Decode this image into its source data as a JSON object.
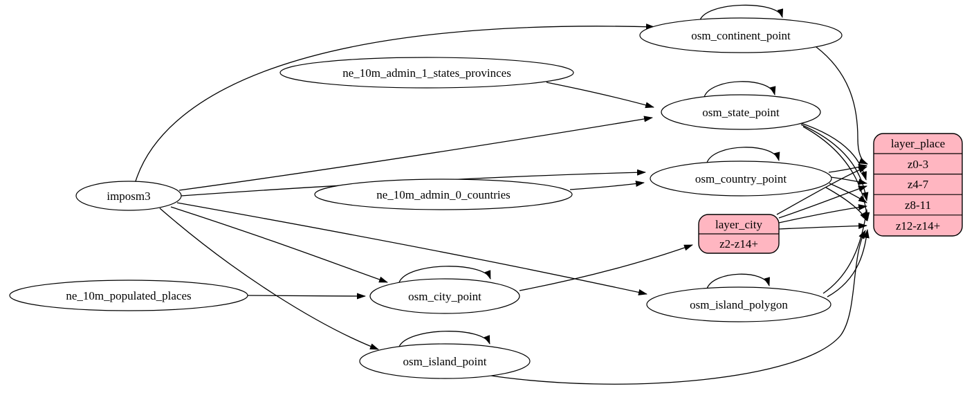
{
  "diagram": {
    "background": "#ffffff",
    "edge_color": "#000000",
    "node_fill": "#ffffff",
    "record_fill": "#ffb6c1",
    "nodes": {
      "imposm3": {
        "label": "imposm3",
        "shape": "ellipse"
      },
      "ne_10m_admin_1_states_provinces": {
        "label": "ne_10m_admin_1_states_provinces",
        "shape": "ellipse"
      },
      "ne_10m_admin_0_countries": {
        "label": "ne_10m_admin_0_countries",
        "shape": "ellipse"
      },
      "ne_10m_populated_places": {
        "label": "ne_10m_populated_places",
        "shape": "ellipse"
      },
      "osm_continent_point": {
        "label": "osm_continent_point",
        "shape": "ellipse"
      },
      "osm_state_point": {
        "label": "osm_state_point",
        "shape": "ellipse"
      },
      "osm_country_point": {
        "label": "osm_country_point",
        "shape": "ellipse"
      },
      "osm_city_point": {
        "label": "osm_city_point",
        "shape": "ellipse"
      },
      "osm_island_polygon": {
        "label": "osm_island_polygon",
        "shape": "ellipse"
      },
      "osm_island_point": {
        "label": "osm_island_point",
        "shape": "ellipse"
      }
    },
    "records": {
      "layer_city": {
        "title": "layer_city",
        "rows": [
          "z2-z14+"
        ],
        "fill": "#ffb6c1"
      },
      "layer_place": {
        "title": "layer_place",
        "rows": [
          "z0-3",
          "z4-7",
          "z8-11",
          "z12-z14+"
        ],
        "fill": "#ffb6c1"
      }
    },
    "edges": [
      {
        "from": "imposm3",
        "to": "osm_continent_point"
      },
      {
        "from": "imposm3",
        "to": "osm_state_point"
      },
      {
        "from": "imposm3",
        "to": "osm_country_point"
      },
      {
        "from": "imposm3",
        "to": "osm_city_point"
      },
      {
        "from": "imposm3",
        "to": "osm_island_polygon"
      },
      {
        "from": "imposm3",
        "to": "osm_island_point"
      },
      {
        "from": "ne_10m_admin_1_states_provinces",
        "to": "osm_state_point"
      },
      {
        "from": "ne_10m_admin_0_countries",
        "to": "osm_country_point"
      },
      {
        "from": "ne_10m_populated_places",
        "to": "osm_city_point"
      },
      {
        "from": "osm_continent_point",
        "to": "osm_continent_point"
      },
      {
        "from": "osm_state_point",
        "to": "osm_state_point"
      },
      {
        "from": "osm_country_point",
        "to": "osm_country_point"
      },
      {
        "from": "osm_city_point",
        "to": "osm_city_point"
      },
      {
        "from": "osm_island_polygon",
        "to": "osm_island_polygon"
      },
      {
        "from": "osm_island_point",
        "to": "osm_island_point"
      },
      {
        "from": "osm_city_point",
        "to": "layer_city",
        "to_port": "z2-z14+"
      },
      {
        "from": "layer_city",
        "to": "layer_place",
        "to_port": "z0-3"
      },
      {
        "from": "layer_city",
        "to": "layer_place",
        "to_port": "z4-7"
      },
      {
        "from": "layer_city",
        "to": "layer_place",
        "to_port": "z8-11"
      },
      {
        "from": "layer_city",
        "to": "layer_place",
        "to_port": "z12-z14+"
      },
      {
        "from": "osm_continent_point",
        "to": "layer_place",
        "to_port": "z0-3"
      },
      {
        "from": "osm_state_point",
        "to": "layer_place",
        "to_port": "z4-7"
      },
      {
        "from": "osm_state_point",
        "to": "layer_place",
        "to_port": "z8-11"
      },
      {
        "from": "osm_state_point",
        "to": "layer_place",
        "to_port": "z12-z14+"
      },
      {
        "from": "osm_country_point",
        "to": "layer_place",
        "to_port": "z0-3"
      },
      {
        "from": "osm_country_point",
        "to": "layer_place",
        "to_port": "z4-7"
      },
      {
        "from": "osm_country_point",
        "to": "layer_place",
        "to_port": "z8-11"
      },
      {
        "from": "osm_country_point",
        "to": "layer_place",
        "to_port": "z12-z14+"
      },
      {
        "from": "osm_island_polygon",
        "to": "layer_place",
        "to_port": "z8-11"
      },
      {
        "from": "osm_island_polygon",
        "to": "layer_place",
        "to_port": "z12-z14+"
      },
      {
        "from": "osm_island_point",
        "to": "layer_place",
        "to_port": "z12-z14+"
      }
    ]
  }
}
